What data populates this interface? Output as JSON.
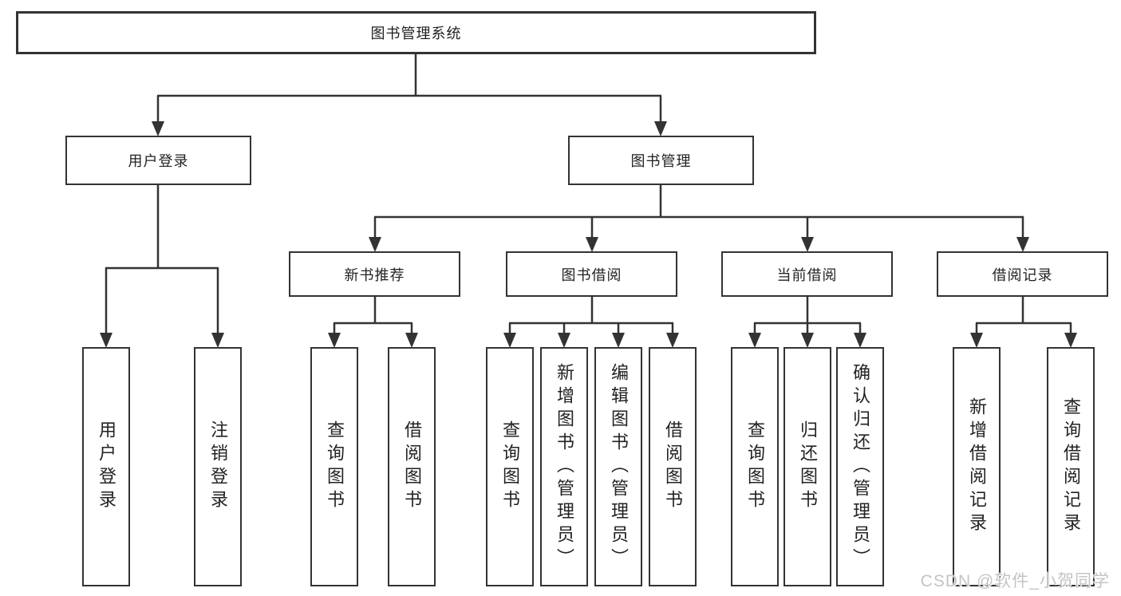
{
  "diagram": {
    "type": "hierarchy-tree",
    "root": {
      "label": "图书管理系统"
    },
    "level2": [
      {
        "label": "用户登录",
        "parent": "图书管理系统"
      },
      {
        "label": "图书管理",
        "parent": "图书管理系统"
      }
    ],
    "level3": [
      {
        "label": "新书推荐",
        "parent": "图书管理"
      },
      {
        "label": "图书借阅",
        "parent": "图书管理"
      },
      {
        "label": "当前借阅",
        "parent": "图书管理"
      },
      {
        "label": "借阅记录",
        "parent": "图书管理"
      }
    ],
    "leaves": [
      {
        "label": "用户登录",
        "parent": "用户登录"
      },
      {
        "label": "注销登录",
        "parent": "用户登录"
      },
      {
        "label": "查询图书",
        "parent": "新书推荐"
      },
      {
        "label": "借阅图书",
        "parent": "新书推荐"
      },
      {
        "label": "查询图书",
        "parent": "图书借阅"
      },
      {
        "label": "新增图书（管理员）",
        "parent": "图书借阅"
      },
      {
        "label": "编辑图书（管理员）",
        "parent": "图书借阅"
      },
      {
        "label": "借阅图书",
        "parent": "图书借阅"
      },
      {
        "label": "查询图书",
        "parent": "当前借阅"
      },
      {
        "label": "归还图书",
        "parent": "当前借阅"
      },
      {
        "label": "确认归还（管理员）",
        "parent": "当前借阅"
      },
      {
        "label": "新增借阅记录",
        "parent": "借阅记录"
      },
      {
        "label": "查询借阅记录",
        "parent": "借阅记录"
      }
    ]
  },
  "watermark": "CSDN @软件_小贺同学",
  "colors": {
    "line": "#333333",
    "box_border": "#333333",
    "box_fill": "#ffffff",
    "text": "#222222",
    "background": "#ffffff",
    "watermark": "#c4c4c4"
  }
}
